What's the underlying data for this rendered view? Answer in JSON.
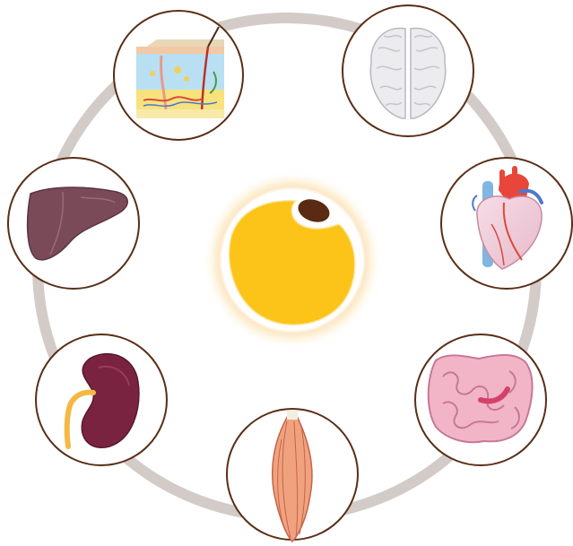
{
  "diagram": {
    "center": {
      "icon": "adipocyte-fat-cell-icon"
    },
    "organs": [
      {
        "id": "skin",
        "icon": "skin-cross-section-icon"
      },
      {
        "id": "brain",
        "icon": "brain-icon"
      },
      {
        "id": "heart",
        "icon": "heart-icon"
      },
      {
        "id": "intestine",
        "icon": "intestine-icon"
      },
      {
        "id": "muscle",
        "icon": "skeletal-muscle-icon"
      },
      {
        "id": "kidney",
        "icon": "kidney-icon"
      },
      {
        "id": "liver",
        "icon": "liver-icon"
      }
    ],
    "colors": {
      "ring": "#d2cbc7",
      "node_border": "#5a2e16",
      "fat_cell": "#fcc418",
      "nucleus": "#5a2a12",
      "glow": "#f3b5b0"
    }
  }
}
